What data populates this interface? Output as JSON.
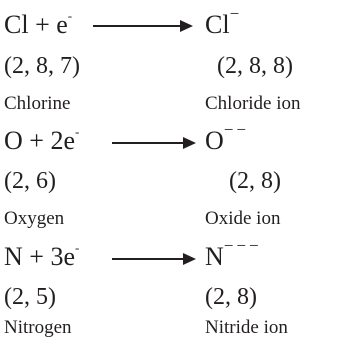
{
  "reactions": [
    {
      "reactant_base": "Cl + e",
      "electron_sup": "-",
      "product_base": "Cl",
      "product_charge": "−",
      "reactant_config": "(2, 8, 7)",
      "product_config": "(2, 8, 8)",
      "reactant_name": "Chlorine",
      "product_name": "Chloride ion"
    },
    {
      "reactant_base": "O + 2e",
      "electron_sup": "-",
      "product_base": "O",
      "product_charge": "−−",
      "reactant_config": "(2, 6)",
      "product_config": "(2, 8)",
      "reactant_name": "Oxygen",
      "product_name": "Oxide ion"
    },
    {
      "reactant_base": "N + 3e",
      "electron_sup": "-",
      "product_base": "N",
      "product_charge": "−−−",
      "reactant_config": "(2, 5)",
      "product_config": "(2, 8)",
      "reactant_name": "Nitrogen",
      "product_name": "Nitride ion"
    }
  ]
}
